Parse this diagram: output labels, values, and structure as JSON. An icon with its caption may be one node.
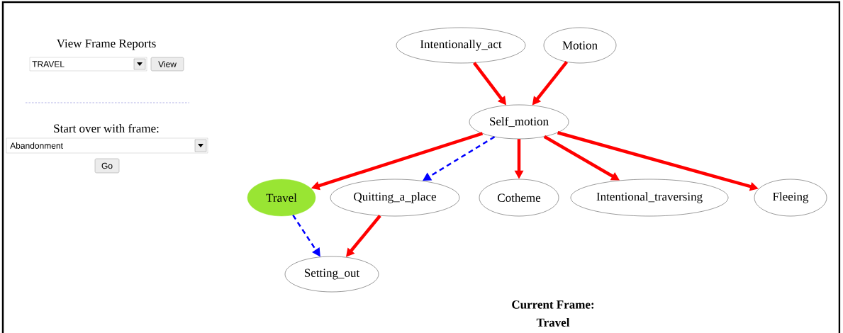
{
  "diagram": {
    "nodes": [
      {
        "text": [
          "Intentionally_act"
        ]
      },
      {
        "text": [
          "Motion"
        ]
      },
      {
        "text": [
          "Self_motion"
        ]
      },
      {
        "text": [
          "Travel"
        ]
      },
      {
        "text": [
          "Quitting_a_place"
        ]
      },
      {
        "text": [
          "Cotheme"
        ]
      },
      {
        "text": [
          "Intentional_traversing"
        ]
      },
      {
        "text": [
          "Fleeing"
        ]
      },
      {
        "text": [
          "Setting_out"
        ]
      }
    ],
    "edges": [
      {
        "from": 0,
        "to": 2,
        "arrow": "to"
      },
      {
        "from": 1,
        "to": 2,
        "arrow": "to"
      },
      {
        "from": 2,
        "to": 3,
        "arrow": "to"
      },
      {
        "from": 2,
        "to": 4,
        "arrow": "to",
        "style": "dashed",
        "color": "#0000ff"
      },
      {
        "from": 2,
        "to": 5,
        "arrow": "to"
      },
      {
        "from": 2,
        "to": 6,
        "arrow": "to"
      },
      {
        "from": 2,
        "to": 7,
        "arrow": "to"
      },
      {
        "from": 3,
        "to": 8,
        "arrow": "to",
        "style": "dashed",
        "color": "#0000ff"
      },
      {
        "from": 4,
        "to": 8,
        "arrow": "to"
      }
    ],
    "labels": [
      "View Frame Reports",
      "TRAVEL",
      "View",
      "Start over with frame:",
      "Abandonment",
      "Go",
      "Current Frame:",
      "Travel"
    ]
  }
}
